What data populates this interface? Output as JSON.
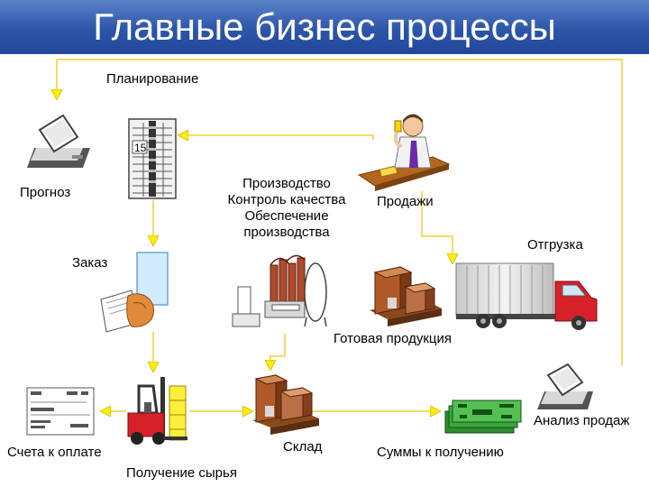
{
  "title": "Главные бизнес процессы",
  "labels": {
    "planning": "Планирование",
    "forecast": "Прогноз",
    "production": [
      "Производство",
      "Контроль качества",
      "Обеспечение",
      "производства"
    ],
    "sales": "Продажи",
    "shipment": "Отгрузка",
    "order": "Заказ",
    "finished_goods": "Готовая продукция",
    "sales_analysis": "Анализ продаж",
    "invoices": "Счета к оплате",
    "warehouse": "Склад",
    "receivables": "Суммы к получению",
    "raw_materials": "Получение сырья",
    "binder_number": "15"
  },
  "colors": {
    "title_bar": "#2d55a8",
    "connector": "#f2dc6a",
    "arrowhead": "#ffee00"
  }
}
